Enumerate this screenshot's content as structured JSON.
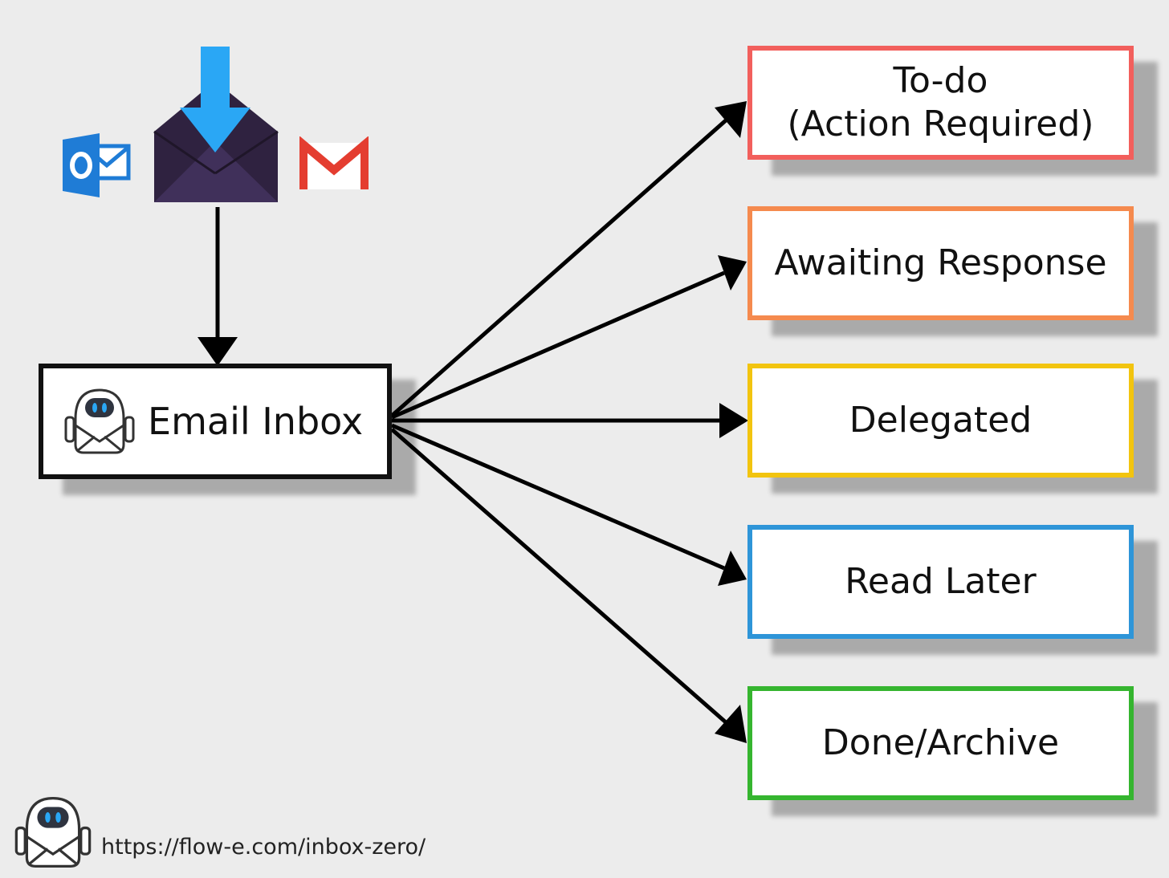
{
  "inbox": {
    "label": "Email Inbox",
    "border_color": "#2cb0f5",
    "icon": "robot-mail-icon"
  },
  "sources": [
    {
      "name": "outlook",
      "icon": "outlook-icon",
      "color": "#1f7cd6"
    },
    {
      "name": "inbox-download",
      "icon": "envelope-download-icon",
      "color": "#2f2240",
      "arrow_color": "#2aa7f5"
    },
    {
      "name": "gmail",
      "icon": "gmail-icon",
      "color": "#e43d30",
      "glyph": "M"
    }
  ],
  "categories": [
    {
      "label": "To-do\n(Action Required)",
      "color": "#f25f5c"
    },
    {
      "label": "Awaiting Response",
      "color": "#f58a4e"
    },
    {
      "label": "Delegated",
      "color": "#f2c40f"
    },
    {
      "label": "Read Later",
      "color": "#2e95d8"
    },
    {
      "label": "Done/Archive",
      "color": "#35b52f"
    }
  ],
  "footer": {
    "url": "https://flow-e.com/inbox-zero/",
    "icon": "robot-mail-logo-icon"
  }
}
